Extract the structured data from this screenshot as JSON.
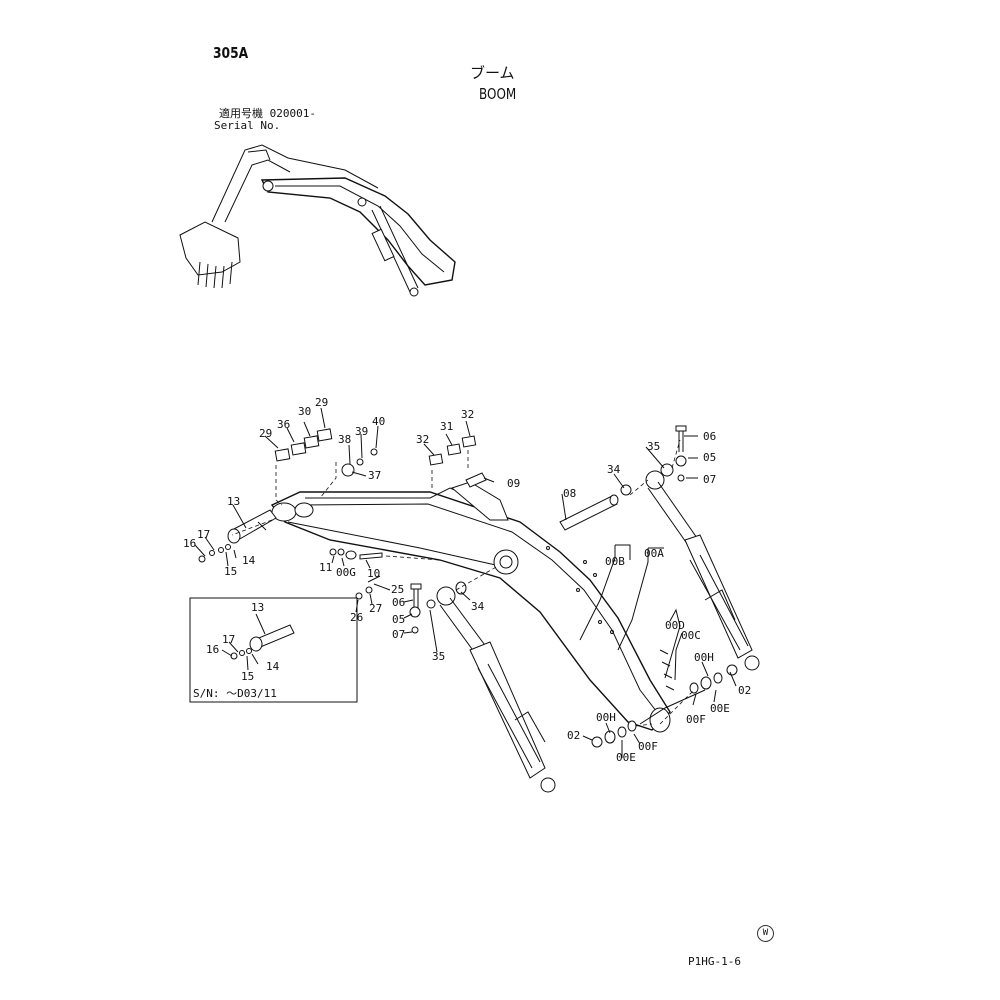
{
  "header": {
    "code": "305A",
    "title_jp": "ブーム",
    "title_en": "BOOM",
    "serial_line1": "適用号機  020001-",
    "serial_line2": "Serial No."
  },
  "inset": {
    "serial_note": "S/N: ～D03/11",
    "labels": [
      "13",
      "17",
      "16",
      "14",
      "15"
    ]
  },
  "callouts": {
    "c29a": "29",
    "c36": "36",
    "c30": "30",
    "c29b": "29",
    "c38": "38",
    "c39": "39",
    "c40": "40",
    "c37": "37",
    "c32a": "32",
    "c31": "31",
    "c32b": "32",
    "c09": "09",
    "c08": "08",
    "c35a": "35",
    "c06a": "06",
    "c05a": "05",
    "c34a": "34",
    "c07a": "07",
    "c13": "13",
    "c17": "17",
    "c16": "16",
    "c15": "15",
    "c14": "14",
    "c11": "11",
    "c00G": "00G",
    "c10": "10",
    "c25": "25",
    "c26": "26",
    "c27": "27",
    "c06b": "06",
    "c05b": "05",
    "c07b": "07",
    "c35b": "35",
    "c34b": "34",
    "c00B": "00B",
    "c00A": "00A",
    "c00D": "00D",
    "c00C": "00C",
    "c00Ha": "00H",
    "c02a": "02",
    "c00Ea": "00E",
    "c00Fa": "00F",
    "c00Hb": "00H",
    "c02b": "02",
    "c00Eb": "00E",
    "c00Fb": "00F"
  },
  "footer": {
    "watermark": "W",
    "page_ref": "P1HG-1-6"
  }
}
